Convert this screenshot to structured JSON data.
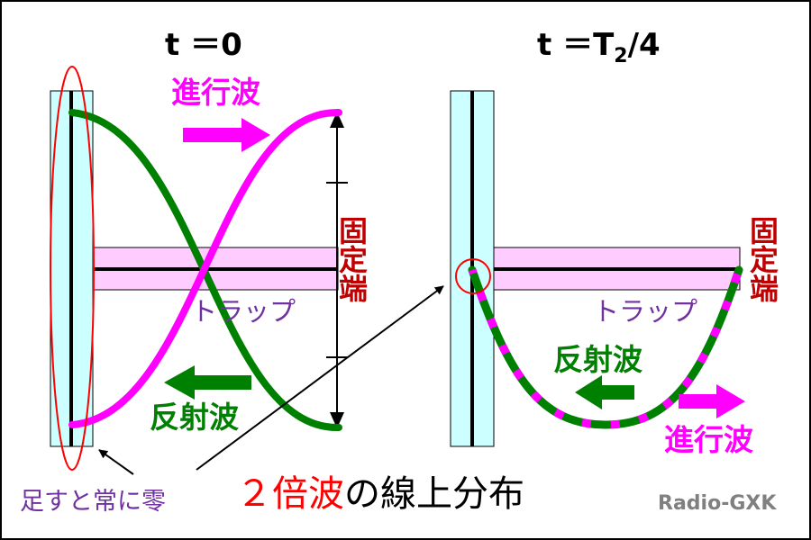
{
  "left_panel": {
    "time_label": "t ＝0",
    "forward_wave_label": "進行波",
    "reflected_wave_label": "反射波",
    "trap_label": "トラップ",
    "end_label": "固定端"
  },
  "right_panel": {
    "time_label_prefix": "t ＝T",
    "time_label_subscript": "2",
    "time_label_suffix": "/4",
    "forward_wave_label": "進行波",
    "reflected_wave_label": "反射波",
    "trap_label": "トラップ",
    "end_label": "固定端"
  },
  "annotation": {
    "always_zero": "足すと常に零"
  },
  "caption": {
    "part1": "２倍波",
    "part2": "の線上分布"
  },
  "credit": "Radio-GXK",
  "colors": {
    "forward": "#ff00ff",
    "reflected": "#008000",
    "mast_fill": "#ccffff",
    "trap_fill": "#ffccff",
    "fixed_end": "#c00000",
    "trap_text": "#7030a0",
    "highlight": "#ff0000"
  }
}
